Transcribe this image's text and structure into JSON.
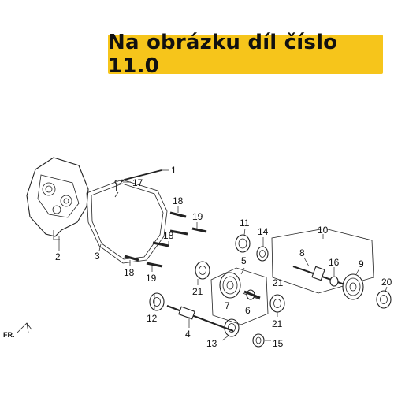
{
  "banner": {
    "text": "Na obrázku díl číslo 11.0",
    "color": "#f6c51b"
  },
  "direction_marker": "FR.",
  "callouts": {
    "c1": "1",
    "c2": "2",
    "c3": "3",
    "c4": "4",
    "c5": "5",
    "c6": "6",
    "c7": "7",
    "c8": "8",
    "c9": "9",
    "c10": "10",
    "c11": "11",
    "c12": "12",
    "c13": "13",
    "c14": "14",
    "c15": "15",
    "c16": "16",
    "c17": "17",
    "c18a": "18",
    "c18b": "18",
    "c18c": "18",
    "c19a": "19",
    "c19b": "19",
    "c20": "20",
    "c21a": "21",
    "c21b": "21",
    "c21c": "21"
  }
}
